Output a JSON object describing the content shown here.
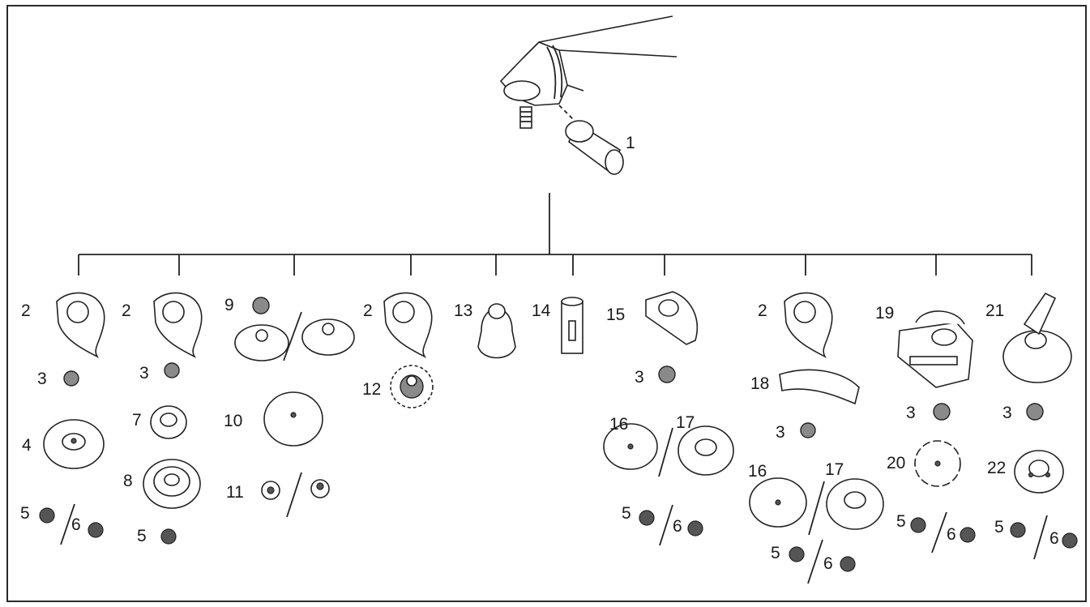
{
  "diagram": {
    "labels": [
      {
        "id": "lbl-1",
        "text": "1"
      },
      {
        "id": "lbl-2a",
        "text": "2"
      },
      {
        "id": "lbl-3a",
        "text": "3"
      },
      {
        "id": "lbl-4",
        "text": "4"
      },
      {
        "id": "lbl-5a",
        "text": "5"
      },
      {
        "id": "lbl-6a",
        "text": "6"
      },
      {
        "id": "lbl-2b",
        "text": "2"
      },
      {
        "id": "lbl-3b",
        "text": "3"
      },
      {
        "id": "lbl-7",
        "text": "7"
      },
      {
        "id": "lbl-8",
        "text": "8"
      },
      {
        "id": "lbl-5b",
        "text": "5"
      },
      {
        "id": "lbl-9",
        "text": "9"
      },
      {
        "id": "lbl-10",
        "text": "10"
      },
      {
        "id": "lbl-11",
        "text": "11"
      },
      {
        "id": "lbl-2c",
        "text": "2"
      },
      {
        "id": "lbl-12",
        "text": "12"
      },
      {
        "id": "lbl-13",
        "text": "13"
      },
      {
        "id": "lbl-14",
        "text": "14"
      },
      {
        "id": "lbl-15",
        "text": "15"
      },
      {
        "id": "lbl-3c",
        "text": "3"
      },
      {
        "id": "lbl-16a",
        "text": "16"
      },
      {
        "id": "lbl-17a",
        "text": "17"
      },
      {
        "id": "lbl-5c",
        "text": "5"
      },
      {
        "id": "lbl-6c",
        "text": "6"
      },
      {
        "id": "lbl-2d",
        "text": "2"
      },
      {
        "id": "lbl-18",
        "text": "18"
      },
      {
        "id": "lbl-3d",
        "text": "3"
      },
      {
        "id": "lbl-16b",
        "text": "16"
      },
      {
        "id": "lbl-17b",
        "text": "17"
      },
      {
        "id": "lbl-5d",
        "text": "5"
      },
      {
        "id": "lbl-6d",
        "text": "6"
      },
      {
        "id": "lbl-19",
        "text": "19"
      },
      {
        "id": "lbl-3e",
        "text": "3"
      },
      {
        "id": "lbl-20",
        "text": "20"
      },
      {
        "id": "lbl-5e",
        "text": "5"
      },
      {
        "id": "lbl-6e",
        "text": "6"
      },
      {
        "id": "lbl-21",
        "text": "21"
      },
      {
        "id": "lbl-3f",
        "text": "3"
      },
      {
        "id": "lbl-22",
        "text": "22"
      },
      {
        "id": "lbl-5f",
        "text": "5"
      },
      {
        "id": "lbl-6f",
        "text": "6"
      }
    ]
  }
}
